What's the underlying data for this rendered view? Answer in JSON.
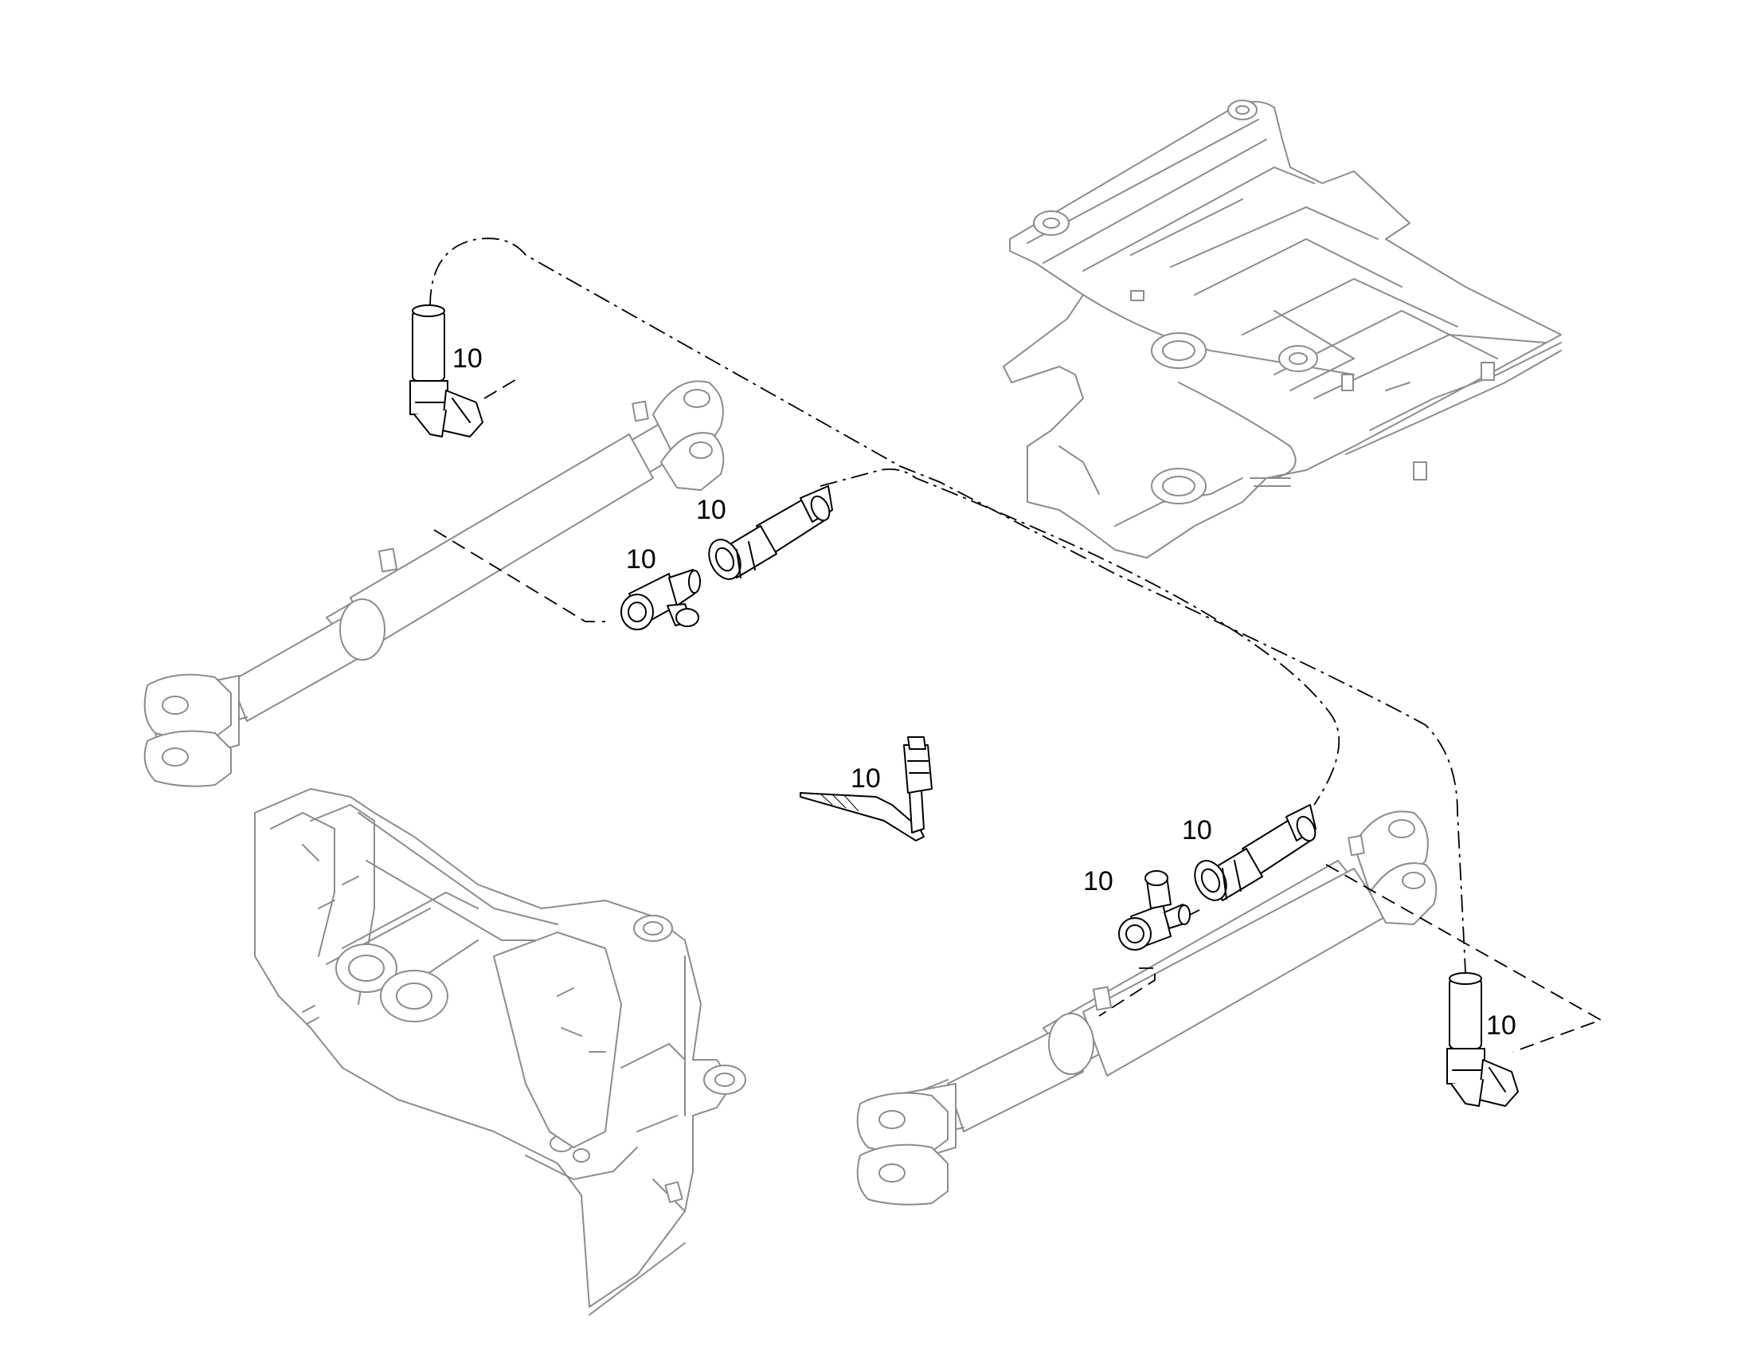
{
  "callouts": [
    {
      "id": "hose-fitting-top-left",
      "label": "10"
    },
    {
      "id": "hose-end-upper",
      "label": "10"
    },
    {
      "id": "tee-fitting-upper",
      "label": "10"
    },
    {
      "id": "clamp-bracket",
      "label": "10"
    },
    {
      "id": "hose-end-lower",
      "label": "10"
    },
    {
      "id": "tee-fitting-lower",
      "label": "10"
    },
    {
      "id": "hose-fitting-bottom-right",
      "label": "10"
    }
  ],
  "colors": {
    "highlighted_parts": "#000000",
    "context_parts": "#8c8c8c",
    "background": "#ffffff"
  }
}
